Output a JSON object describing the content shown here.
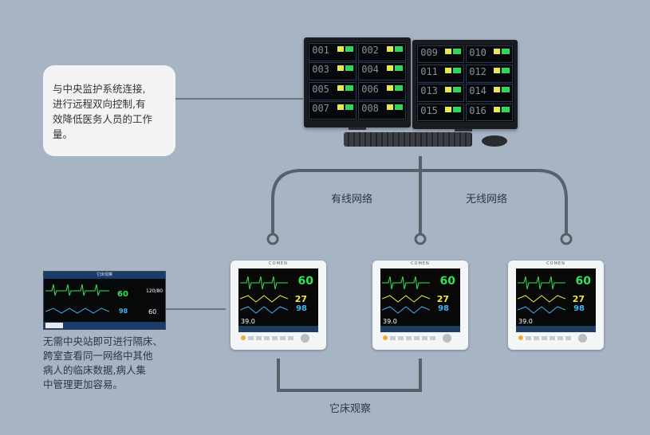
{
  "callout": {
    "lines": [
      "与中央监护系统连接,",
      "进行远程双向控制,有",
      "效降低医务人员的工作",
      "量。"
    ]
  },
  "network": {
    "wired_label": "有线网络",
    "wireless_label": "无线网络",
    "other_bed_label": "它床观察"
  },
  "description": {
    "lines": [
      "无需中央站即可进行隔床、",
      "跨室查看同一网络中其他",
      "病人的临床数据,病人集",
      "中管理更加容易。"
    ]
  },
  "central_station": {
    "left_screen_beds": [
      "001",
      "002",
      "003",
      "004",
      "005",
      "006",
      "007",
      "008"
    ],
    "right_screen_beds": [
      "009",
      "010",
      "011",
      "012",
      "013",
      "014",
      "015",
      "016"
    ]
  },
  "bedside_monitor": {
    "brand": "COMEN",
    "hr": "60",
    "resp": "27",
    "spo2": "98",
    "temp": "39.0"
  },
  "other_bed_screen": {
    "title": "它床观察",
    "hr": "60",
    "spo2": "98",
    "nibp": "120/80",
    "pr": "60"
  },
  "colors": {
    "background": "#a6b4c4",
    "network_line": "#5a6068",
    "hr_green": "#35e35a",
    "resp_yellow": "#f2ea40",
    "spo2_blue": "#3fb6f0"
  }
}
